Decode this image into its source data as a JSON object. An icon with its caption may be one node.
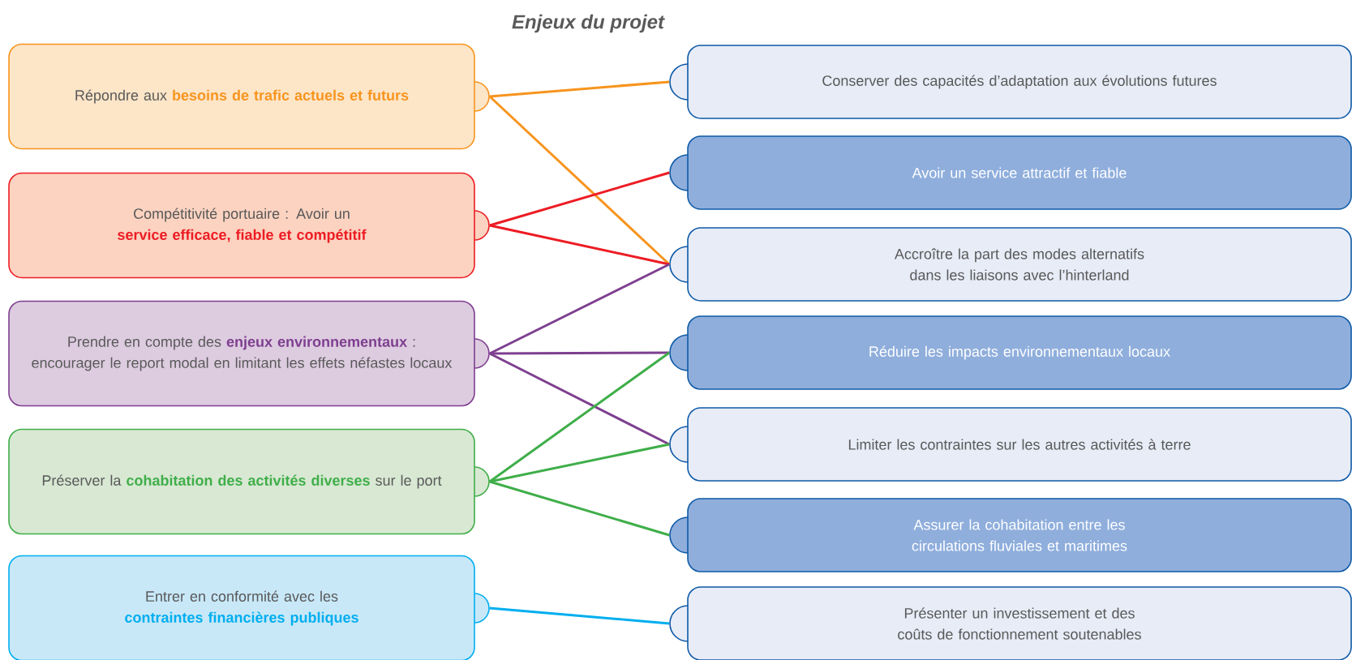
{
  "diagram": {
    "title": "Enjeux du projet",
    "nodes": [
      {
        "text": [
          "Répondre aux **besoins de trafic actuels et futurs**"
        ]
      },
      {
        "text": [
          "Compétitivité portuaire : Avoir un **service efficace, fiable et compétitif**"
        ]
      },
      {
        "text": [
          "Prendre en compte des **enjeux environnementaux** : encourager le report modal en limitant les effets néfastes locaux"
        ]
      },
      {
        "text": [
          "Préserver la **cohabitation des activités diverses** sur le port"
        ]
      },
      {
        "text": [
          "Entrer en conformité avec les **contraintes financières publiques**"
        ]
      },
      {
        "text": [
          "Conserver des capacités d’adaptation aux évolutions futures"
        ]
      },
      {
        "text": [
          "Avoir un service attractif et fiable"
        ]
      },
      {
        "text": [
          "Accroître la part des modes alternatifs dans les liaisons avec l’hinterland"
        ]
      },
      {
        "text": [
          "Réduire les impacts environnementaux locaux"
        ]
      },
      {
        "text": [
          "Limiter les contraintes sur les autres activités à terre"
        ]
      },
      {
        "text": [
          "Assurer la cohabitation entre les circulations fluviales et maritimes"
        ]
      },
      {
        "text": [
          "Présenter un investissement et des coûts de fonctionnement soutenables"
        ]
      }
    ],
    "edges": [
      {
        "from": 0,
        "to": 5,
        "arrow": "none",
        "color": "#f7941d"
      },
      {
        "from": 0,
        "to": 7,
        "arrow": "none",
        "color": "#f7941d"
      },
      {
        "from": 1,
        "to": 6,
        "arrow": "none",
        "color": "#ed1c24"
      },
      {
        "from": 1,
        "to": 7,
        "arrow": "none",
        "color": "#ed1c24"
      },
      {
        "from": 2,
        "to": 7,
        "arrow": "none",
        "color": "#7e3f8f"
      },
      {
        "from": 2,
        "to": 8,
        "arrow": "none",
        "color": "#7e3f8f"
      },
      {
        "from": 2,
        "to": 9,
        "arrow": "none",
        "color": "#7e3f8f"
      },
      {
        "from": 3,
        "to": 8,
        "arrow": "none",
        "color": "#3fae49"
      },
      {
        "from": 3,
        "to": 9,
        "arrow": "none",
        "color": "#3fae49"
      },
      {
        "from": 3,
        "to": 10,
        "arrow": "none",
        "color": "#3fae49"
      },
      {
        "from": 4,
        "to": 11,
        "arrow": "none",
        "color": "#00aeef"
      }
    ]
  }
}
